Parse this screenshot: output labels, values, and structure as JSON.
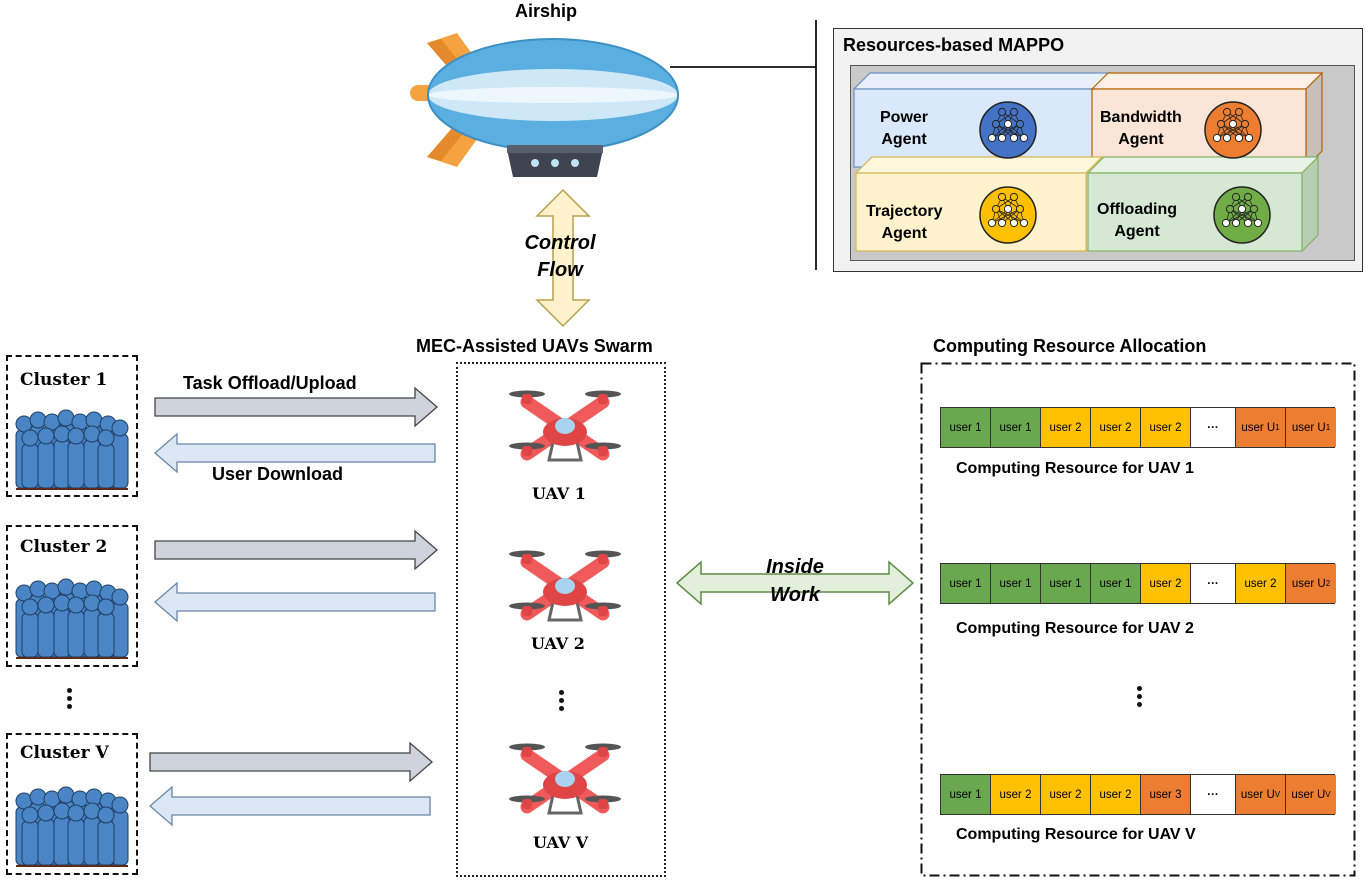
{
  "airship": {
    "title": "Airship"
  },
  "mappo": {
    "title": "Resources-based MAPPO",
    "agents": {
      "power": "Power\nAgent",
      "bandwidth": "Bandwidth\nAgent",
      "trajectory": "Trajectory\nAgent",
      "offloading": "Offloading\nAgent"
    }
  },
  "control_flow": {
    "line1": "Control",
    "line2": "Flow"
  },
  "swarm": {
    "title": "MEC-Assisted UAVs Swarm",
    "uavs": [
      "UAV 1",
      "UAV 2",
      "UAV V"
    ]
  },
  "clusters": [
    "Cluster 1",
    "Cluster 2",
    "Cluster V"
  ],
  "links": {
    "upload": "Task Offload/Upload",
    "download": "User Download"
  },
  "inside_work": {
    "line1": "Inside",
    "line2": "Work"
  },
  "allocation": {
    "title": "Computing Resource Allocation",
    "rows": [
      {
        "caption": "Computing Resource for UAV 1",
        "cells": [
          {
            "t": "user 1",
            "c": "green"
          },
          {
            "t": "user 1",
            "c": "green"
          },
          {
            "t": "user 2",
            "c": "yellow"
          },
          {
            "t": "user 2",
            "c": "yellow"
          },
          {
            "t": "user 2",
            "c": "yellow"
          },
          {
            "t": "···",
            "c": "white"
          },
          {
            "t": "user U",
            "sub": "1",
            "c": "orange"
          },
          {
            "t": "user U",
            "sub": "1",
            "c": "orange"
          }
        ]
      },
      {
        "caption": "Computing Resource for UAV 2",
        "cells": [
          {
            "t": "user 1",
            "c": "green"
          },
          {
            "t": "user 1",
            "c": "green"
          },
          {
            "t": "user 1",
            "c": "green"
          },
          {
            "t": "user 1",
            "c": "green"
          },
          {
            "t": "user 2",
            "c": "yellow"
          },
          {
            "t": "···",
            "c": "white"
          },
          {
            "t": "user 2",
            "c": "yellow"
          },
          {
            "t": "user U",
            "sub": "2",
            "c": "orange"
          }
        ]
      },
      {
        "caption": "Computing Resource for UAV V",
        "cells": [
          {
            "t": "user 1",
            "c": "green"
          },
          {
            "t": "user 2",
            "c": "yellow"
          },
          {
            "t": "user 2",
            "c": "yellow"
          },
          {
            "t": "user 2",
            "c": "yellow"
          },
          {
            "t": "user 3",
            "c": "orange"
          },
          {
            "t": "···",
            "c": "white"
          },
          {
            "t": "user U",
            "sub": "V",
            "c": "orange"
          },
          {
            "t": "user U",
            "sub": "V",
            "c": "orange"
          }
        ]
      }
    ]
  },
  "colors": {
    "agent_power": "#dae8fc",
    "agent_bandwidth": "#fbe5d6",
    "agent_trajectory": "#fff2cc",
    "agent_offloading": "#d5e8d4",
    "net_blue": "#4472c4",
    "net_orange": "#ed7d31",
    "net_yellow": "#ffc000",
    "net_green": "#70ad47",
    "arrow_gray": "#cfd3dc",
    "arrow_lightblue": "#dbe7f4",
    "arrow_green": "#e2efda",
    "arrow_yellow": "#fff2cc",
    "drone_red": "#f05a5a",
    "crowd_blue": "#4a86c5"
  }
}
